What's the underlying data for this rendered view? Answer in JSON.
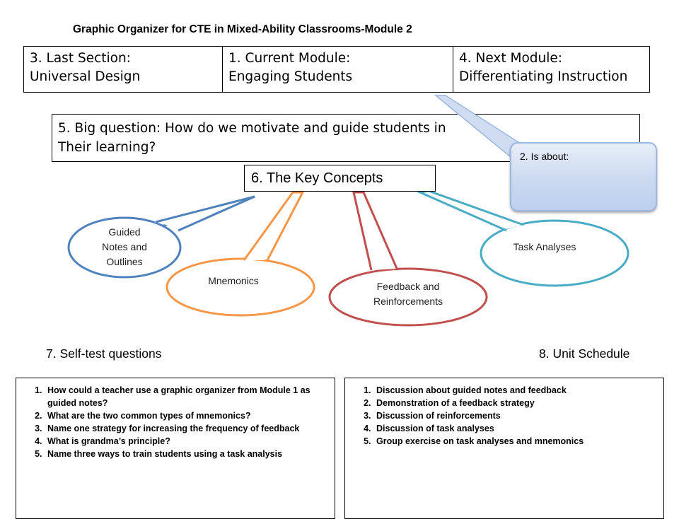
{
  "title": "Graphic Organizer for CTE in Mixed-Ability Classrooms-Module 2",
  "modules": {
    "last": {
      "line1": "3. Last Section:",
      "line2": "Universal Design"
    },
    "current": {
      "line1": "1.   Current Module:",
      "line2": "Engaging Students"
    },
    "next": {
      "line1": "4. Next Module:",
      "line2": "Differentiating Instruction"
    }
  },
  "big_question": {
    "line1": "5. Big question:   How do we motivate and guide students in",
    "line2": "Their learning?"
  },
  "callout": {
    "text": "2. Is about:"
  },
  "key_concepts": {
    "title": "6. The Key Concepts",
    "bubbles": {
      "guided_notes": {
        "line1": "Guided",
        "line2": "Notes and",
        "line3": "Outlines",
        "color": "#4f81bd"
      },
      "mnemonics": {
        "line1": "Mnemonics",
        "color": "#f79646"
      },
      "feedback": {
        "line1": "Feedback and",
        "line2": "Reinforcements",
        "color": "#c0504d"
      },
      "task_analyses": {
        "line1": "Task Analyses",
        "color": "#4bacc6"
      }
    }
  },
  "self_test": {
    "heading": "7. Self-test questions",
    "items": [
      "How could a teacher use a graphic organizer from Module 1 as guided notes?",
      "What are the two common types of mnemonics?",
      "Name one strategy for increasing the frequency of feedback",
      "What is grandma’s principle?",
      "Name three ways to train students using a task analysis"
    ]
  },
  "schedule": {
    "heading": "8.  Unit Schedule",
    "items": [
      "Discussion about guided notes and feedback",
      "Demonstration of a feedback strategy",
      "Discussion of reinforcements",
      "Discussion of task analyses",
      "Group exercise on task analyses and mnemonics"
    ]
  }
}
